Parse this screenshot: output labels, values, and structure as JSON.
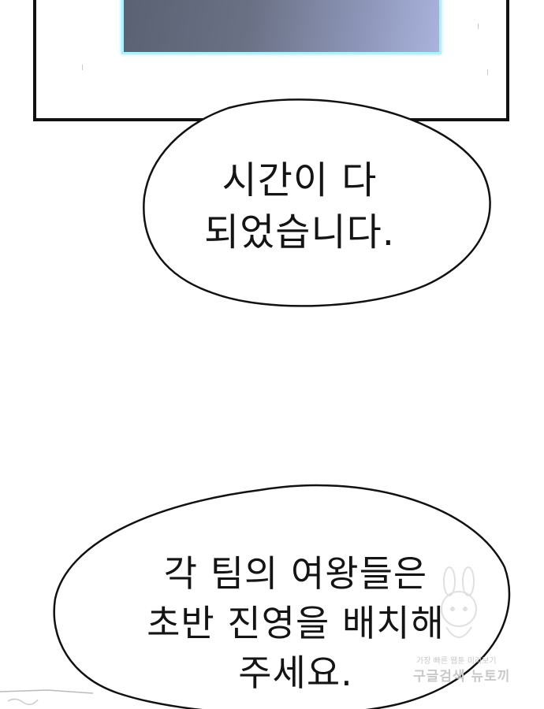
{
  "comic": {
    "bubble1": {
      "lines": [
        "시간이 다",
        "되었습니다."
      ]
    },
    "bubble2": {
      "lines": [
        "각 팀의 여왕들은",
        "초반 진영을 배치해",
        "주세요."
      ]
    },
    "watermark": {
      "top_text": "가장 빠른 웹툰 미리보기",
      "bottom_text": "구글검색 뉴토끼"
    },
    "colors": {
      "screen_glow": "#a9f2ff",
      "screen_fill": "#6a7185",
      "ink": "#111111",
      "watermark": "#c9c9c9"
    }
  }
}
